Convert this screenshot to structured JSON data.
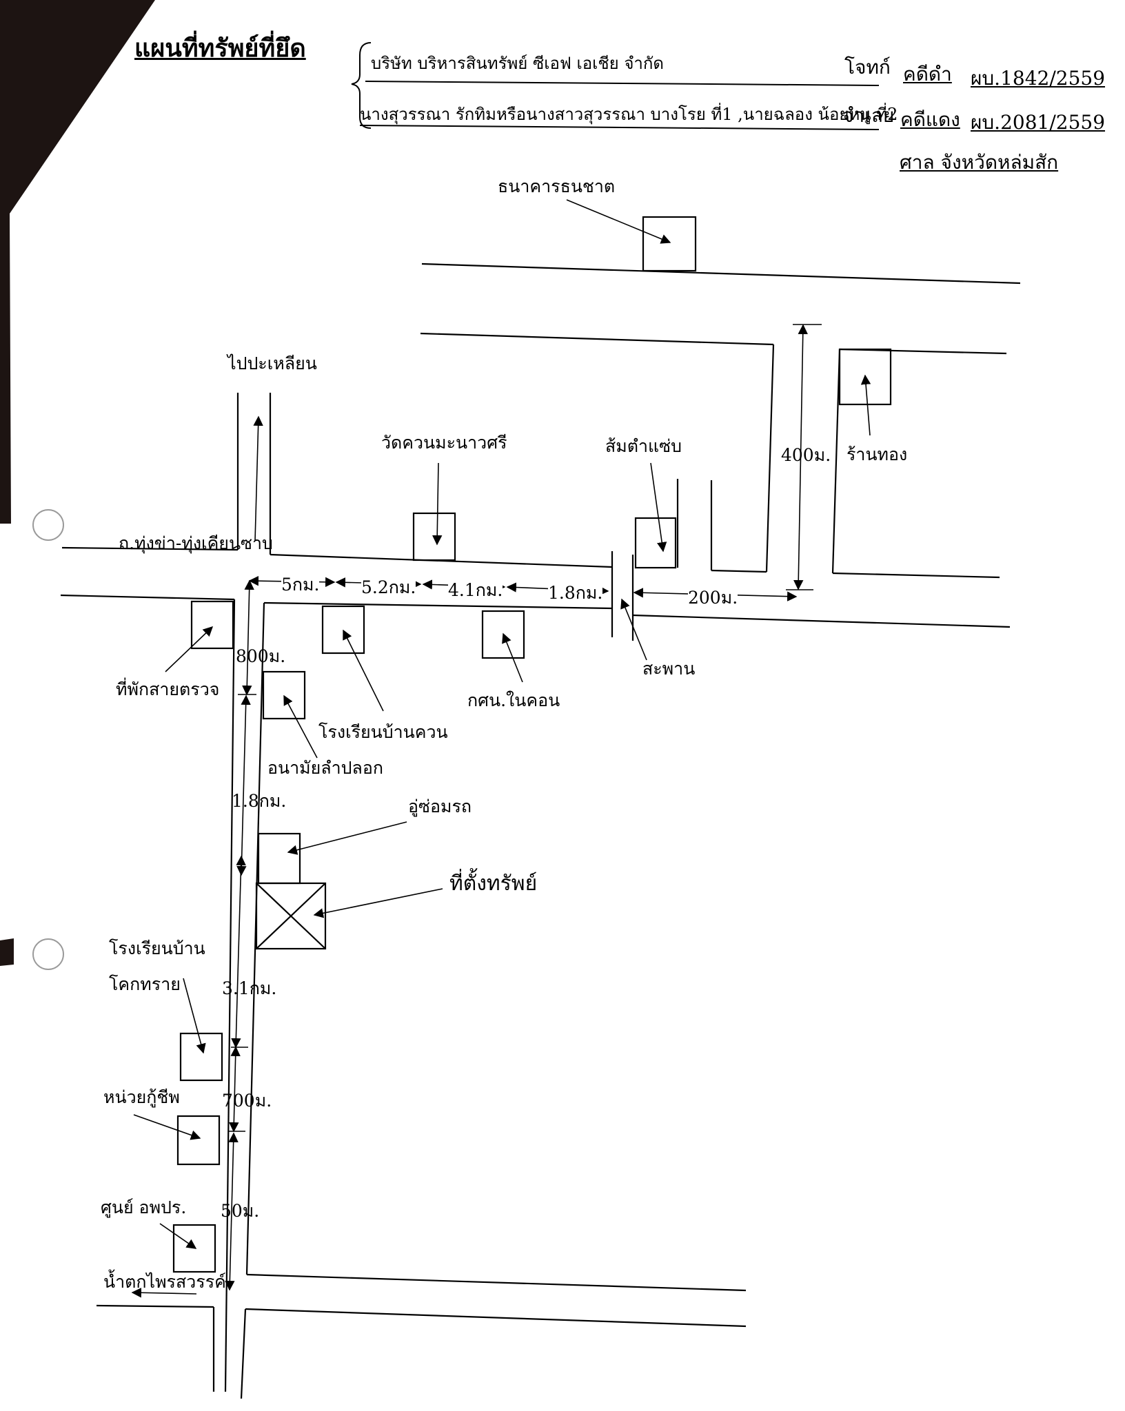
{
  "header": {
    "title": "แผนที่ทรัพย์ที่ยึด",
    "plaintiff": "บริษัท บริหารสินทรัพย์ ซีเอฟ เอเชีย จำกัด",
    "plaintiff_role": "โจทก์",
    "defendants": "นางสุวรรณา รักทิมหรือนางสาวสุวรรณา บางโรย ที่1 ,นายฉลอง น้อยหนู ที่2",
    "defendant_role": "จำเลย",
    "black_case_label": "คดีดำ",
    "black_case_no": "ผบ.1842/2559",
    "red_case_label": "คดีแดง",
    "red_case_no": "ผบ.2081/2559",
    "court": "ศาล จังหวัดหล่มสัก"
  },
  "landmarks": {
    "bank": "ธนาคารธนชาต",
    "to_place": "ไปปะเหลียน",
    "temple": "วัดควนมะนาวศรี",
    "somtam": "ส้มตำแซ่บ",
    "gold_shop": "ร้านทอง",
    "road_name": "ถ.ทุ่งข่า-ทุ่งเคียนซาบ",
    "checkpoint": "ที่พักสายตรวจ",
    "school_khuan": "โรงเรียนบ้านควน",
    "nfe_center": "กศน.ในคอน",
    "bridge": "สะพาน",
    "health_center": "อนามัยลำปลอก",
    "garage": "อู่ซ่อมรถ",
    "property": "ที่ตั้งทรัพย์",
    "school_khok_line1": "โรงเรียนบ้าน",
    "school_khok_line2": "โคกทราย",
    "rescue_unit": "หน่วยกู้ชีพ",
    "opor_center": "ศูนย์ อพปร.",
    "waterfall": "น้ำตกไพรสวรรค์"
  },
  "distances": {
    "d400": "400ม.",
    "d5": "5กม.",
    "d52": "5.2กม.",
    "d41": "4.1กม.",
    "d18a": "1.8กม.",
    "d200": "200ม.",
    "d800": "800ม.",
    "d18b": "1.8กม.",
    "d31": "3.1กม.",
    "d700": "700ม.",
    "d50": "50ม."
  }
}
